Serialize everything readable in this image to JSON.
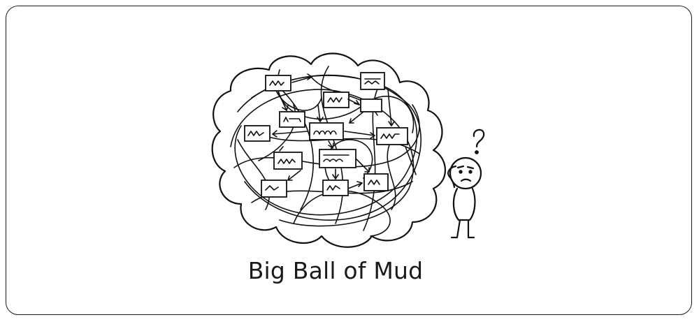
{
  "caption": "Big Ball of Mud",
  "illustration": {
    "subject": "tangle-of-boxes-and-arrows",
    "figure": "confused-stick-figure",
    "figure_mark": "?"
  },
  "colors": {
    "ink": "#111111",
    "background": "#ffffff"
  }
}
